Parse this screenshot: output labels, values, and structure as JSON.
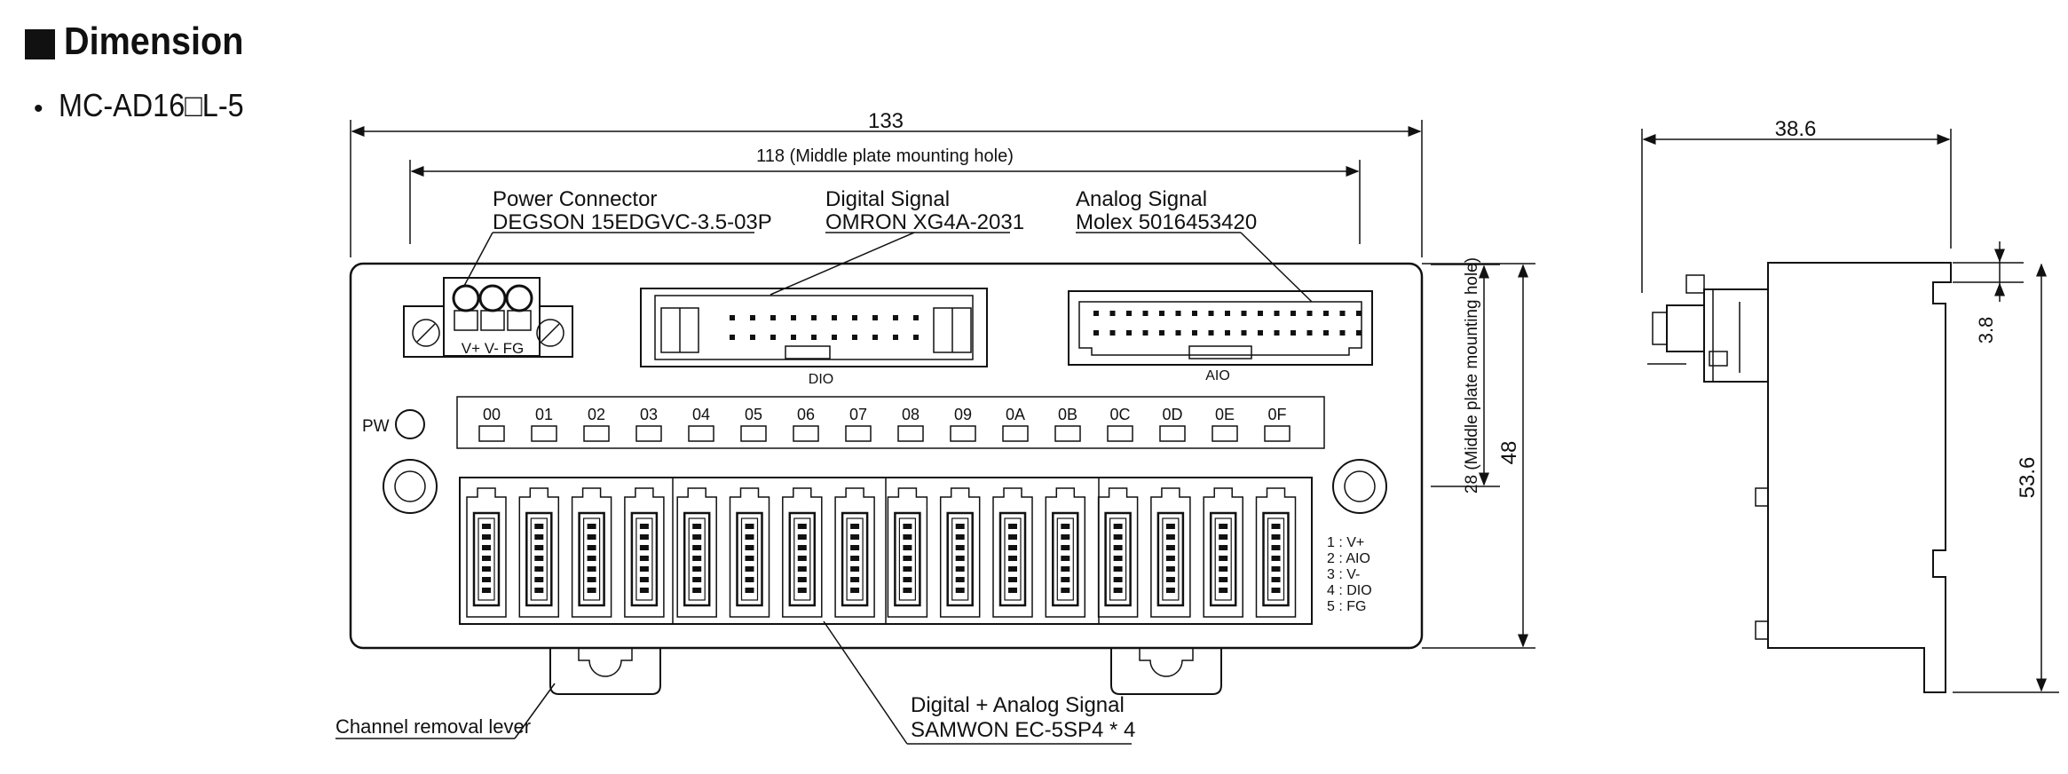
{
  "header": {
    "title": "Dimension",
    "bullet": "•",
    "model": "MC-AD16□L-5"
  },
  "dimensions": {
    "width_total": "133",
    "width_holes": "118 (Middle plate mounting hole)",
    "height_holes": "28 (Middle plate mounting hole)",
    "height_front": "48",
    "side_depth": "38.6",
    "side_offset": "3.8",
    "side_height": "53.6"
  },
  "callouts": {
    "power_title": "Power Connector",
    "power_part": "DEGSON 15EDGVC-3.5-03P",
    "digital_title": "Digital Signal",
    "digital_part": "OMRON XG4A-2031",
    "analog_title": "Analog Signal",
    "analog_part": "Molex 5016453420",
    "da_title": "Digital + Analog Signal",
    "da_part": "SAMWON EC-5SP4 * 4",
    "lever": "Channel removal lever"
  },
  "labels": {
    "power_pins": "V+  V-  FG",
    "dio": "DIO",
    "aio": "AIO",
    "pw": "PW"
  },
  "led_channels": [
    "00",
    "01",
    "02",
    "03",
    "04",
    "05",
    "06",
    "07",
    "08",
    "09",
    "0A",
    "0B",
    "0C",
    "0D",
    "0E",
    "0F"
  ],
  "pinout": [
    "1 : V+",
    "2 : AIO",
    "3 : V-",
    "4 : DIO",
    "5 : FG"
  ]
}
